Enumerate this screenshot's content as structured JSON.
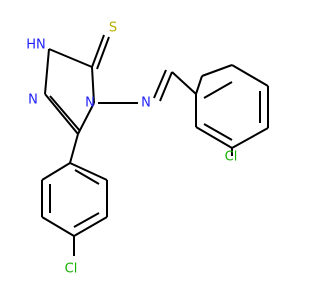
{
  "molecule": {
    "atoms": {
      "s": {
        "text": "S",
        "color": "#b8b000"
      },
      "nh": {
        "text": "HN",
        "color": "#1f1fff"
      },
      "n_ring": {
        "text": "N",
        "color": "#1f1fff"
      },
      "n_attach": {
        "text": "N",
        "color": "#1f1fff"
      },
      "n_imine": {
        "text": "N",
        "color": "#1f1fff"
      },
      "cl_top": {
        "text": "Cl",
        "color": "#16b000"
      },
      "cl_bottom": {
        "text": "Cl",
        "color": "#16b000"
      }
    }
  }
}
